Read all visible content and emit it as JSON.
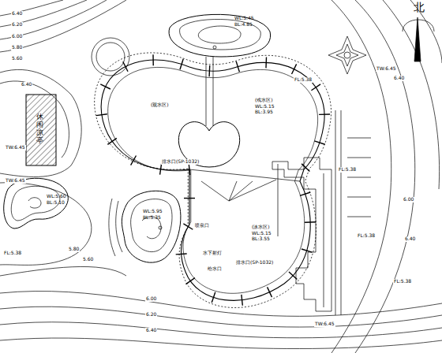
{
  "diagram": {
    "nodes": [
      {
        "text": [
          "WL:5.45",
          "BL:4.85"
        ]
      },
      {
        "text": [
          "(观水区)"
        ]
      },
      {
        "text": [
          "(戏水区)",
          "WL:5.15",
          "BL:3.95"
        ]
      },
      {
        "text": [
          "(泳水区)",
          "WL:5.15",
          "BL:3.55"
        ]
      },
      {
        "text": [
          "WL:5.95",
          "BL:5.35"
        ]
      },
      {
        "text": [
          "WL:5.60",
          "BL:5.10"
        ]
      },
      {
        "text": [
          "休闲凉亭"
        ]
      }
    ],
    "labels": [
      "北",
      "排水口(SP-1032)",
      "排水口(SP-1032)",
      "水下射灯",
      "喷泉口",
      "给水口",
      "6.40",
      "6.20",
      "6.00",
      "5.80",
      "5.60",
      "6.40",
      "6.00",
      "6.20",
      "6.40",
      "6.40",
      "6.00",
      "6.40",
      "TW:6.45",
      "FL:5.38",
      "FL:5.38",
      "FL:5.38",
      "TW:6.45",
      "TW:6.45",
      "FL:5.38",
      "5.80",
      "5.60",
      "FL:5.38",
      "TW:6.45"
    ]
  }
}
